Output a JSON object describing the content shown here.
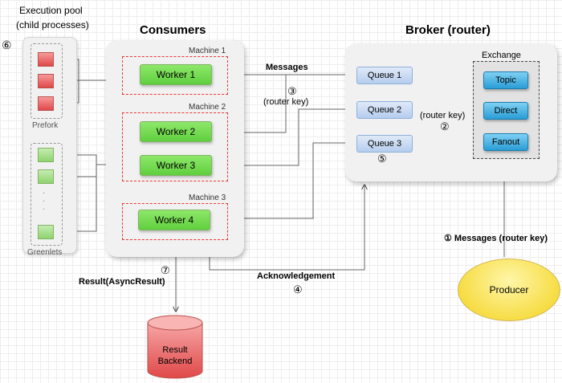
{
  "pool": {
    "title_line1": "Execution pool",
    "title_line2": "(child processes)",
    "prefork_label": "Prefork",
    "greenlets_label": "Greenlets",
    "step_marker": "⑥"
  },
  "consumers": {
    "title": "Consumers",
    "machines": [
      {
        "label": "Machine 1",
        "workers": [
          "Worker 1"
        ]
      },
      {
        "label": "Machine 2",
        "workers": [
          "Worker 2",
          "Worker 3"
        ]
      },
      {
        "label": "Machine 3",
        "workers": [
          "Worker 4"
        ]
      }
    ]
  },
  "broker": {
    "title": "Broker (router)",
    "queues": [
      "Queue 1",
      "Queue 2",
      "Queue 3"
    ],
    "exchange": {
      "label": "Exchange",
      "types": [
        "Topic",
        "Direct",
        "Fanout"
      ]
    }
  },
  "labels": {
    "messages": "Messages",
    "step3": "③",
    "router_key_1": "(router key)",
    "router_key_2": "(router key)",
    "step2": "②",
    "step5": "⑤",
    "step1_messages": "① Messages (router key)",
    "acknowledgement": "Acknowledgement",
    "step4": "④",
    "step7": "⑦",
    "result": "Result(AsyncResult)"
  },
  "producer": {
    "label": "Producer"
  },
  "result_backend": {
    "line1": "Result",
    "line2": "Backend"
  },
  "colors": {
    "worker_green": "#5fcf3e",
    "queue_blue": "#b6cdee",
    "exchange_blue": "#2a9dd6",
    "machine_border": "#e53935",
    "producer_yellow": "#f3d21b",
    "backend_red": "#e04848"
  }
}
